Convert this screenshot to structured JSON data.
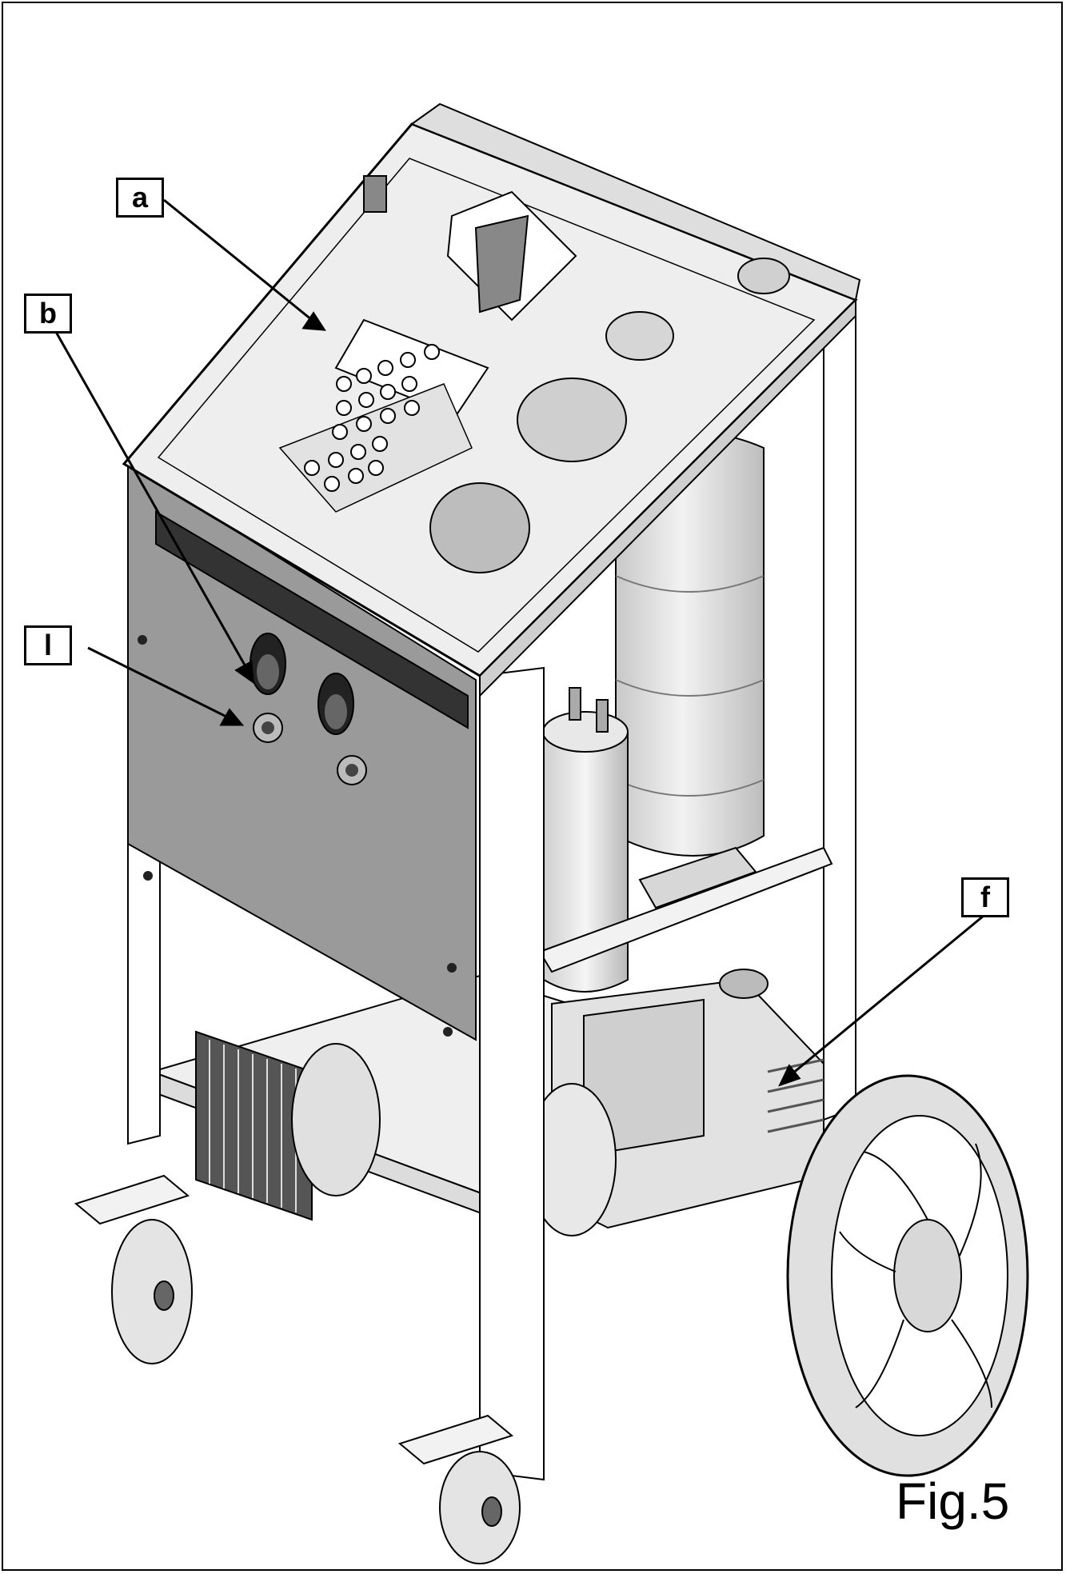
{
  "figure": {
    "caption": "Fig.5",
    "callouts": [
      {
        "id": "a",
        "label": "a"
      },
      {
        "id": "b",
        "label": "b"
      },
      {
        "id": "l",
        "label": "l"
      },
      {
        "id": "f",
        "label": "f"
      }
    ]
  },
  "colors": {
    "line": "#000000",
    "panel_gray": "#9a9a9a",
    "sheet_light": "#eeeeee",
    "tank_light": "#e4e4e4",
    "frame_white": "#ffffff"
  }
}
